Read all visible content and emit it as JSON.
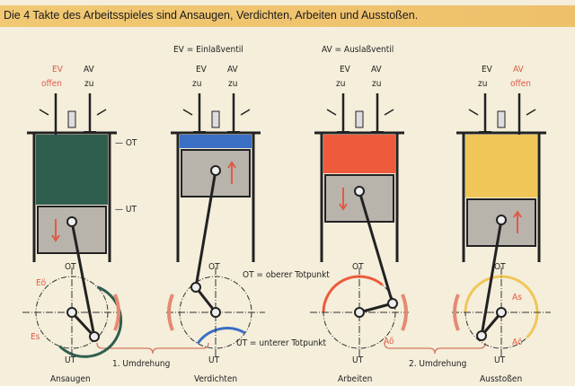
{
  "title": "Die 4 Takte des Arbeitsspieles sind Ansaugen, Verdichten, Arbeiten und Ausstoßen.",
  "legend": {
    "ev": "EV = Einlaßventil",
    "av": "AV = Auslaßventil",
    "ot": "OT = oberer Totpunkt",
    "ut": "UT = unterer Totpunkt"
  },
  "rotations": {
    "first": "1. Umdrehung",
    "second": "2. Umdrehung"
  },
  "marks": {
    "ot": "OT",
    "ut": "UT",
    "ot_side": "— OT",
    "ut_side": "— UT"
  },
  "strokes": [
    {
      "name": "Ansaugen",
      "ev": "EV",
      "ev_state": "offen",
      "av": "AV",
      "av_state": "zu",
      "color": "#2f5e4e",
      "labels": [
        "Eö",
        "Es"
      ]
    },
    {
      "name": "Verdichten",
      "ev": "EV",
      "ev_state": "zu",
      "av": "AV",
      "av_state": "zu",
      "color": "#3a6fc4",
      "labels": []
    },
    {
      "name": "Arbeiten",
      "ev": "EV",
      "ev_state": "zu",
      "av": "AV",
      "av_state": "zu",
      "color": "#ee5a3c",
      "labels": [
        "Aö"
      ]
    },
    {
      "name": "Ausstoßen",
      "ev": "EV",
      "ev_state": "zu",
      "av": "AV",
      "av_state": "offen",
      "color": "#f0c658",
      "labels": [
        "As",
        "Aö"
      ]
    }
  ]
}
